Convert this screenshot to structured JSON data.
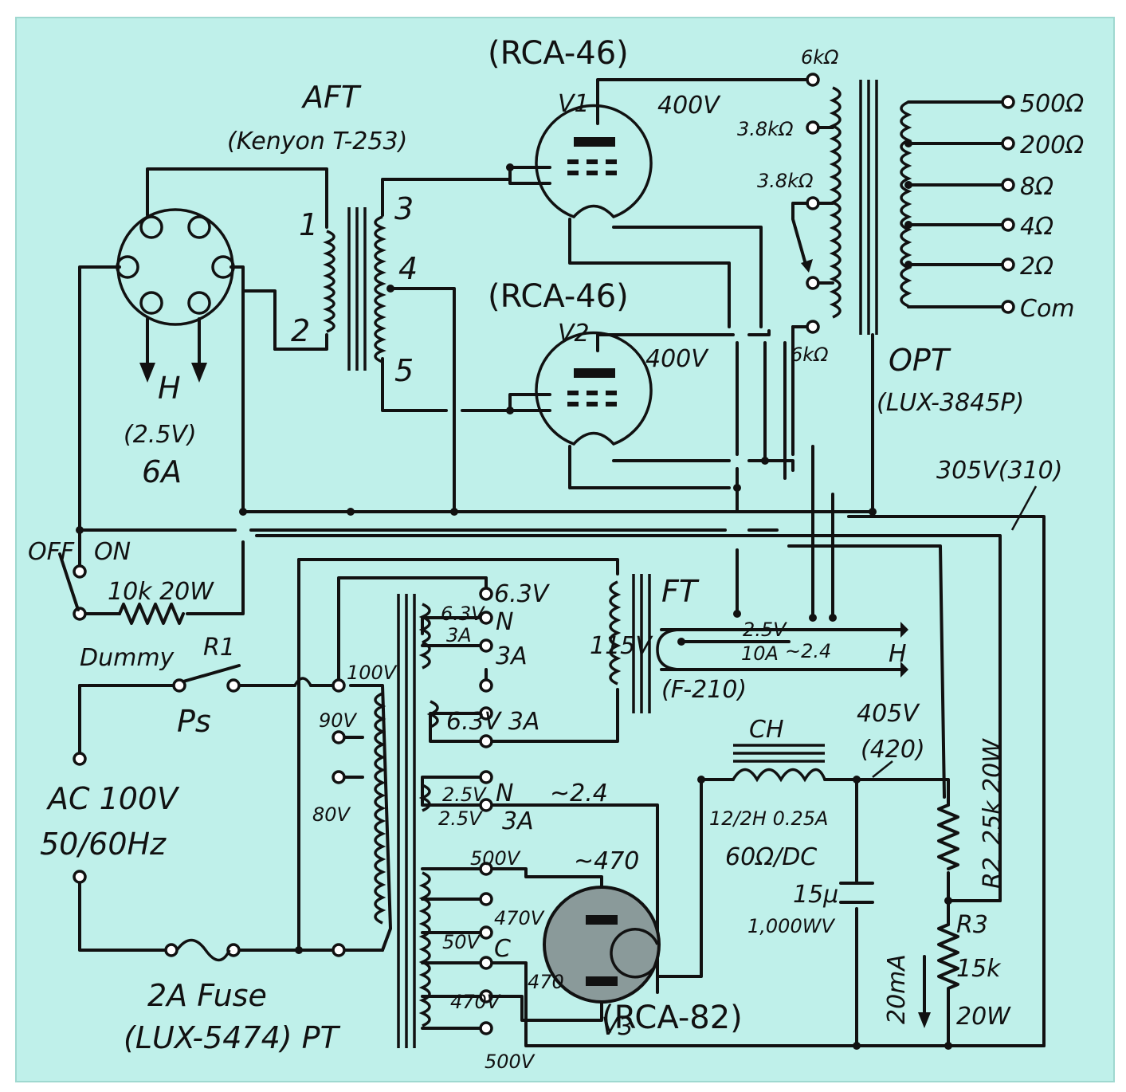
{
  "colors": {
    "page_bg": "#ffffff",
    "panel_bg": "#bff0ea",
    "ink": "#111111",
    "tube_fill": "#8a9a9a"
  },
  "labels": {
    "aft": "AFT",
    "aft_model": "(Kenyon T-253)",
    "aft_pin1": "1",
    "aft_pin2": "2",
    "aft_pin3": "3",
    "aft_pin4": "4",
    "aft_pin5": "5",
    "v1_type": "(RCA-46)",
    "v1": "V1",
    "v2_type": "(RCA-46)",
    "v2": "V2",
    "v3_type": "(RCA-82)",
    "v3": "V3",
    "v1_plate_v": "400V",
    "v2_plate_v": "400V",
    "opt_6k_top": "6kΩ",
    "opt_38k_a": "3.8kΩ",
    "opt_38k_b": "3.8kΩ",
    "opt_6k_bot": "6kΩ",
    "out_500": "500Ω",
    "out_200": "200Ω",
    "out_8": "8Ω",
    "out_4": "4Ω",
    "out_2": "2Ω",
    "out_com": "Com",
    "opt": "OPT",
    "opt_model": "(LUX-3845P)",
    "heater_h": "H",
    "heater_v": "(2.5V)",
    "heater_a": "6A",
    "b_plus": "305V(310)",
    "off": "OFF",
    "on": "ON",
    "dummy_r": "10k 20W",
    "dummy": "Dummy",
    "r1": "R1",
    "ps": "Ps",
    "ac_in": "AC 100V",
    "ac_freq": "50/60Hz",
    "fuse": "2A Fuse",
    "pt_model": "(LUX-5474) PT",
    "pt_100": "100V",
    "pt_90": "90V",
    "pt_80": "80V",
    "pt_63a": "6.3V",
    "pt_63n": "N",
    "pt_63_small": "6.3V",
    "pt_3a_small": "3A",
    "pt_3a": "3A",
    "pt_63_3a": "6.3V 3A",
    "pt_25a": "2.5V",
    "pt_25n": "N",
    "pt_25b": "2.5V",
    "pt_25_3a": "3A",
    "pt_24": "~2.4",
    "pt_500a": "500V",
    "pt_470a": "470V",
    "pt_50": "50V",
    "pt_c": "C",
    "pt_470b": "470V",
    "pt_500b": "500V",
    "rect_470": "~470",
    "rect_470_small": "470",
    "ft": "FT",
    "ft_115": "115V",
    "ft_model": "(F-210)",
    "ft_25": "2.5V",
    "ft_10a": "10A",
    "ft_24": "~2.4",
    "ft_h": "H",
    "ch": "CH",
    "ch_spec": "12/2H 0.25A",
    "ch_dc": "60Ω/DC",
    "cap": "15μ",
    "cap_wv": "1,000WV",
    "v405": "405V",
    "v420": "(420)",
    "r2_spec": "25k 20W",
    "r2": "R2",
    "r3": "R3",
    "r3_val": "15k",
    "r3_w": "20W",
    "bleed": "20mA"
  }
}
